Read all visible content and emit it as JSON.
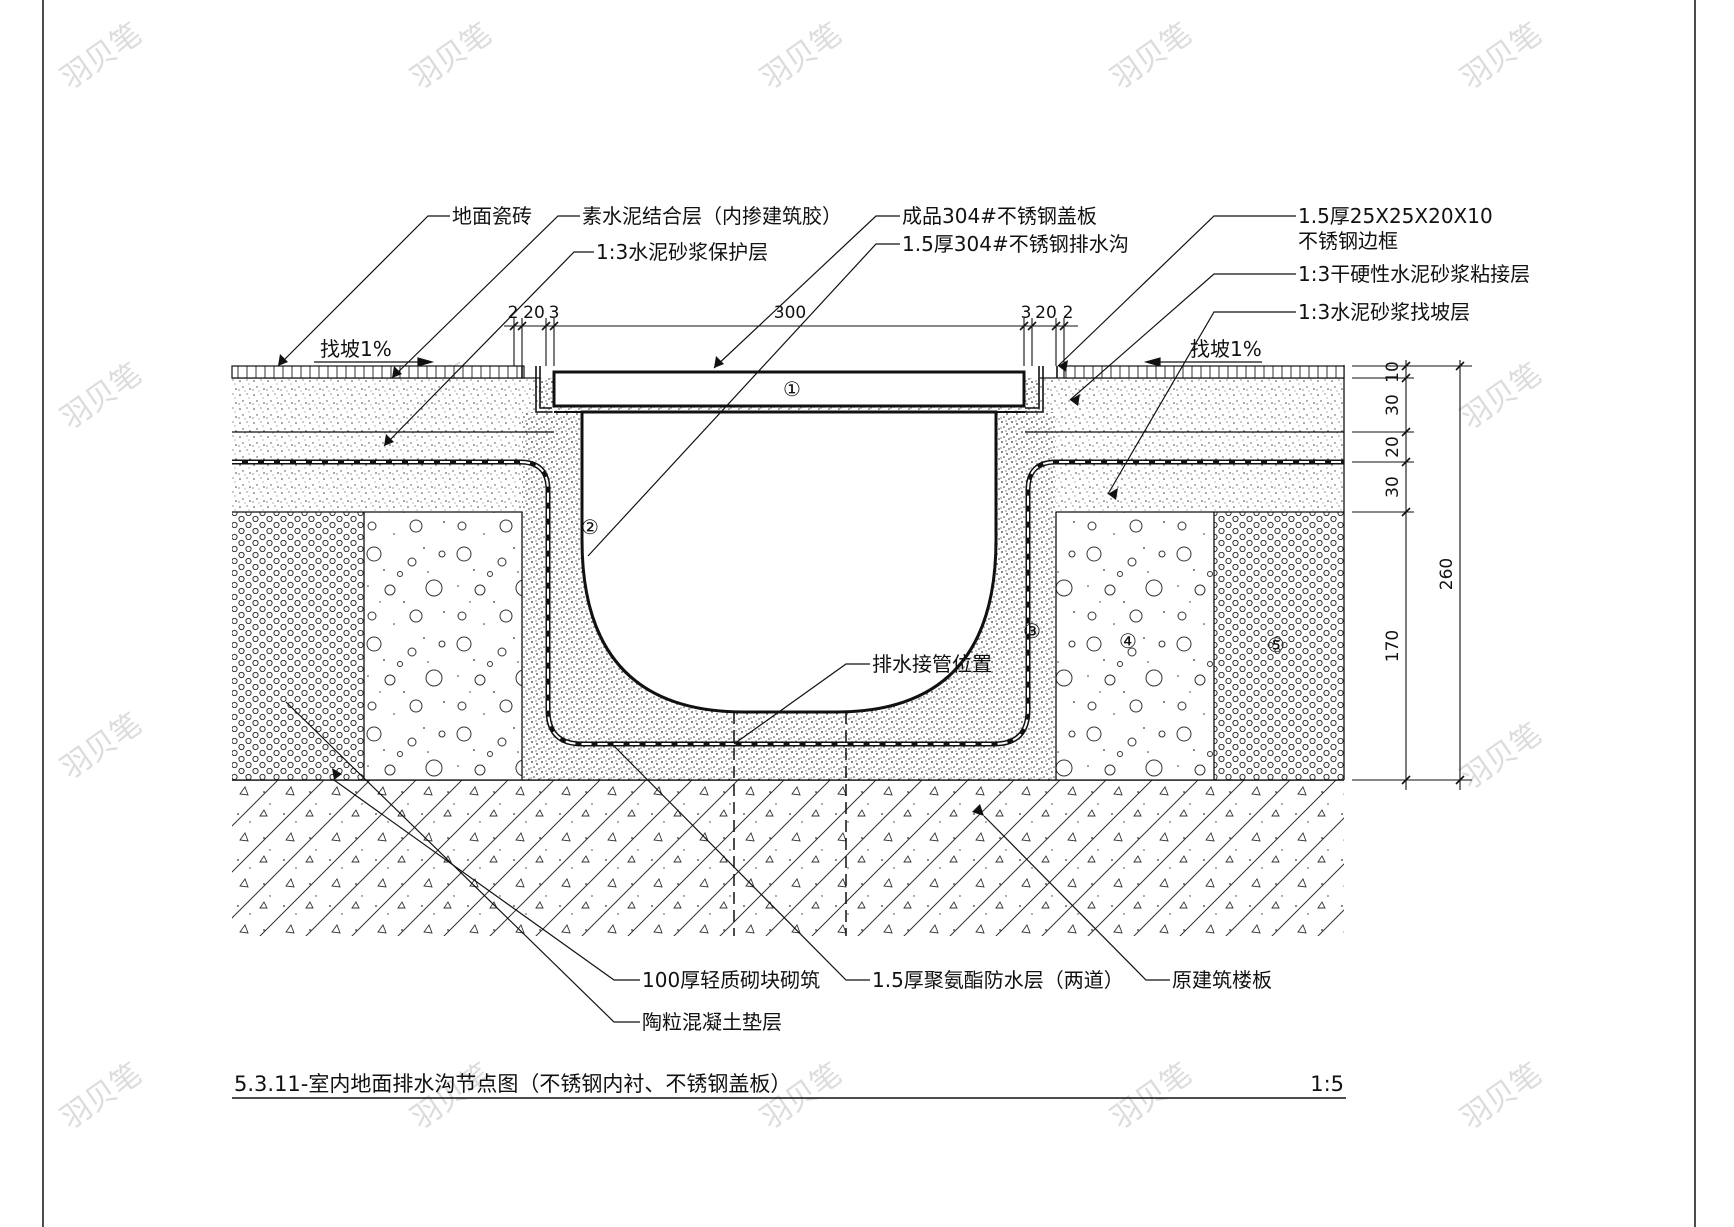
{
  "labels": {
    "tile": "地面瓷砖",
    "cement_bond": "素水泥结合层（内掺建筑胶）",
    "protect_layer": "1:3水泥砂浆保护层",
    "cover_plate": "成品304#不锈钢盖板",
    "channel": "1.5厚304#不锈钢排水沟",
    "frame_line1": "1.5厚25X25X20X10",
    "frame_line2": "不锈钢边框",
    "dry_mortar": "1:3干硬性水泥砂浆粘接层",
    "slope_mortar": "1:3水泥砂浆找坡层",
    "slope_left": "找坡1%",
    "slope_right": "找坡1%",
    "drain_pipe": "排水接管位置",
    "block": "100厚轻质砌块砌筑",
    "waterproof": "1.5厚聚氨酯防水层（两道）",
    "slab": "原建筑楼板",
    "ceramsite": "陶粒混凝土垫层"
  },
  "dimensions": {
    "top_left": [
      "2",
      "20",
      "3"
    ],
    "top_width": "300",
    "top_right": [
      "3",
      "20",
      "2"
    ],
    "right_layers": [
      "10",
      "30",
      "20",
      "30",
      "170"
    ],
    "right_total": "260"
  },
  "markers": [
    "①",
    "②",
    "③",
    "④",
    "⑤"
  ],
  "title": "5.3.11-室内地面排水沟节点图（不锈钢内衬、不锈钢盖板）",
  "scale": "1:5",
  "watermark": "羽贝笔"
}
